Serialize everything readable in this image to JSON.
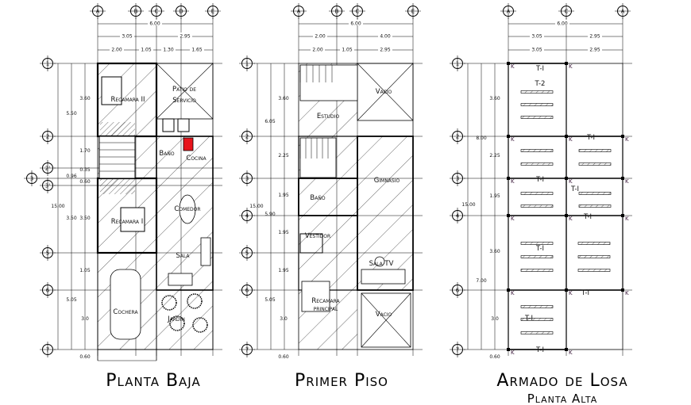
{
  "plans": [
    {
      "title": "Planta Baja",
      "columns": [
        "A",
        "B",
        "C",
        "D",
        "E"
      ],
      "rows": [
        "1",
        "2",
        "2'",
        "3",
        "3'",
        "5",
        "6",
        "7"
      ],
      "hdims": [
        "6.00",
        "3.05",
        "2.95",
        "2.00",
        "1.05",
        "1.30",
        "1.65"
      ],
      "vdims": [
        "5.50",
        "15.00",
        "3.50",
        "3.50",
        "3.60",
        "1.70",
        "0.35",
        "0.96",
        "0.60",
        "1.05",
        "5.05",
        "3.0",
        "0.60"
      ],
      "rooms": [
        "Recamara II",
        "Patio de",
        "Servicio",
        "Baño",
        "Cocina",
        "Recamara I",
        "Comedor",
        "Sala",
        "Cochera",
        "Jardin"
      ]
    },
    {
      "title": "Primer Piso",
      "columns": [
        "A",
        "B",
        "C",
        "E"
      ],
      "rows": [
        "1",
        "2",
        "3",
        "4",
        "5",
        "6",
        "7"
      ],
      "hdims": [
        "6.00",
        "2.00",
        "4.00",
        "2.00",
        "1.05",
        "2.95"
      ],
      "vdims": [
        "6.05",
        "3.60",
        "2.25",
        "15.00",
        "1.95",
        "5.90",
        "1.95",
        "1.95",
        "5.05",
        "3.0",
        "0.60"
      ],
      "rooms": [
        "Vacio",
        "Estudio",
        "Gimnasio",
        "Baño",
        "Vestidor",
        "Sala TV",
        "Recamara",
        "principal",
        "Vacio"
      ]
    },
    {
      "title": "Armado de Losa",
      "subtitle": "Planta Alta",
      "columns": [
        "A",
        "C",
        "A"
      ],
      "rows": [
        "1",
        "2",
        "3",
        "4",
        "6",
        "7"
      ],
      "hdims": [
        "6.00",
        "3.05",
        "2.95",
        "3.05",
        "2.95"
      ],
      "vdims": [
        "3.60",
        "8.00",
        "2.25",
        "1.95",
        "15.00",
        "3.60",
        "7.00",
        "3.0",
        "0.60"
      ],
      "beams": [
        "T-I",
        "T-2",
        "T-I",
        "T-I",
        "T-I",
        "T-I",
        "T-I",
        "T-I",
        "T-I",
        "T-I"
      ]
    }
  ],
  "colors": {
    "line": "#000000",
    "fixture": "#e8141b"
  }
}
